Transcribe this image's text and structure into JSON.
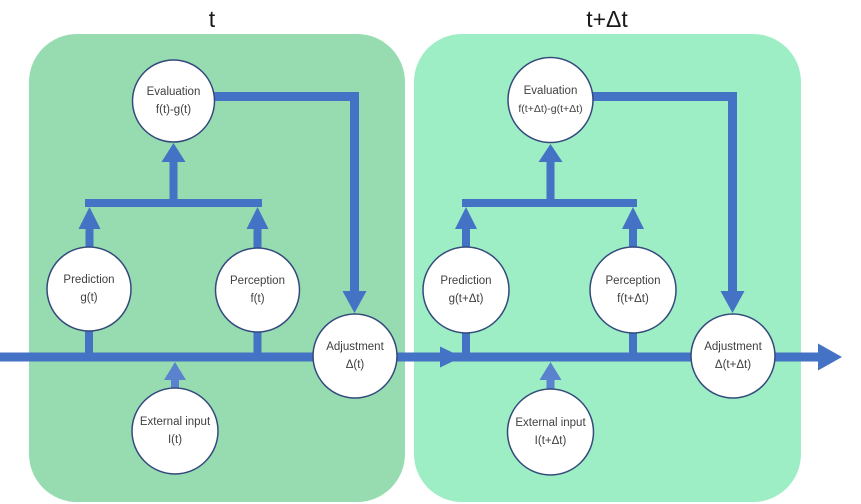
{
  "diagram": {
    "colors": {
      "background": "#ffffff",
      "panel_left": "#97dcb0",
      "panel_right": "#9deec4",
      "arrow": "#4472c4",
      "arrow_light": "#5b82ce",
      "node_fill": "#ffffff",
      "node_stroke": "#344a7d",
      "node_text": "#404040",
      "title_text": "#1a1a1a"
    },
    "panels": [
      {
        "title": "t",
        "nodes": [
          {
            "name": "evaluation",
            "line1": "Evaluation",
            "line2": "f(t)-g(t)"
          },
          {
            "name": "prediction",
            "line1": "Prediction",
            "line2": "g(t)"
          },
          {
            "name": "perception",
            "line1": "Perception",
            "line2": "f(t)"
          },
          {
            "name": "adjustment",
            "line1": "Adjustment",
            "line2": "Δ(t)"
          },
          {
            "name": "external-input",
            "line1": "External input",
            "line2": "I(t)"
          }
        ]
      },
      {
        "title": "t+Δt",
        "nodes": [
          {
            "name": "evaluation",
            "line1": "Evaluation",
            "line2": "f(t+Δt)-g(t+Δt)"
          },
          {
            "name": "prediction",
            "line1": "Prediction",
            "line2": "g(t+Δt)"
          },
          {
            "name": "perception",
            "line1": "Perception",
            "line2": "f(t+Δt)"
          },
          {
            "name": "adjustment",
            "line1": "Adjustment",
            "line2": "Δ(t+Δt)"
          },
          {
            "name": "external-input",
            "line1": "External input",
            "line2": "I(t+Δt)"
          }
        ]
      }
    ]
  }
}
